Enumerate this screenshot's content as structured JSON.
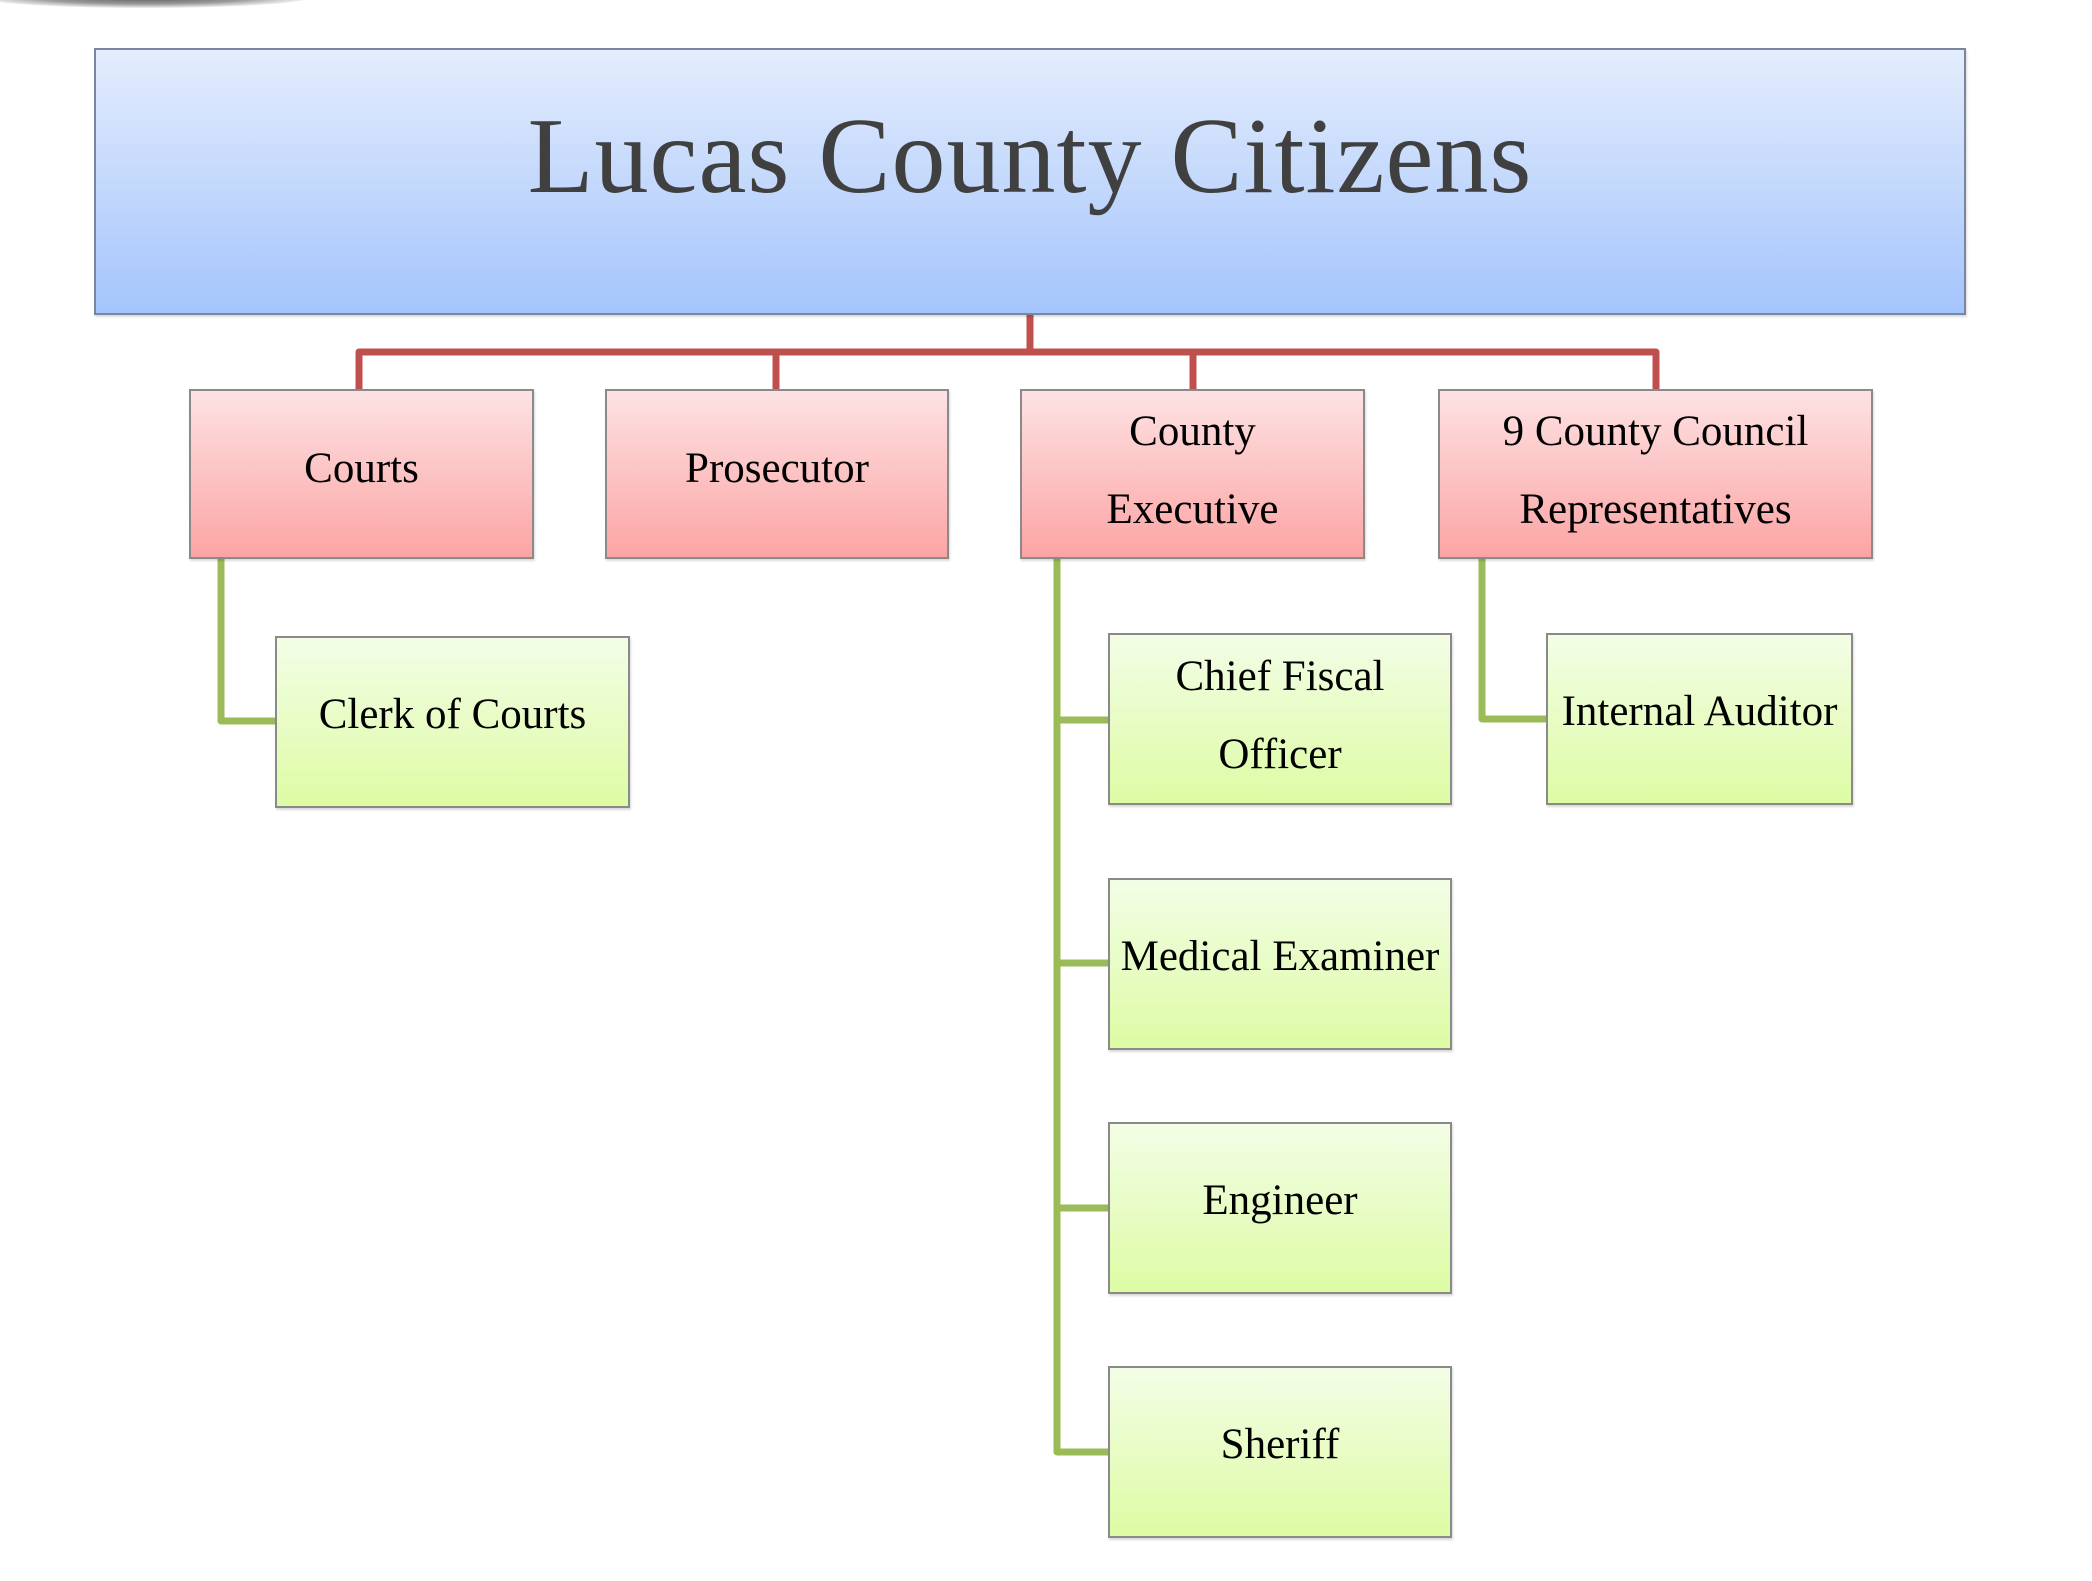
{
  "title": "Lucas County Citizens",
  "colors": {
    "top_fill": "#a4c4fc",
    "level1_fill": "#fca4a4",
    "level2_fill": "#ddfca4",
    "level1_connector": "#c0504d",
    "level2_connector": "#9bbb59"
  },
  "level1": [
    {
      "label": "Courts"
    },
    {
      "label": "Prosecutor"
    },
    {
      "label": "County Executive"
    },
    {
      "label": "9 County Council Representatives"
    }
  ],
  "courts_children": [
    {
      "label": "Clerk of Courts"
    }
  ],
  "executive_children": [
    {
      "label": "Chief Fiscal Officer"
    },
    {
      "label": "Medical Examiner"
    },
    {
      "label": "Engineer"
    },
    {
      "label": "Sheriff"
    }
  ],
  "council_children": [
    {
      "label": "Internal Auditor"
    }
  ]
}
